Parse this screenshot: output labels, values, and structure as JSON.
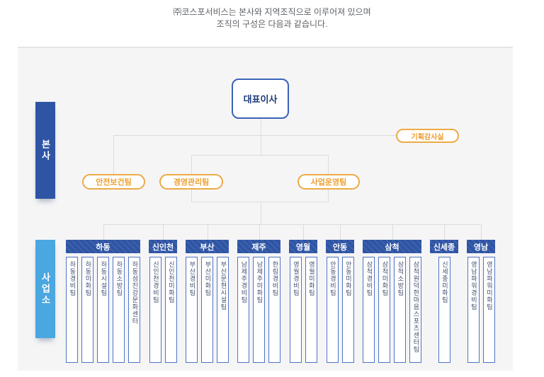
{
  "intro": {
    "line1": "㈜코스포서비스는 본사와 지역조직으로 이루어져 있으며",
    "line2": "조직의 구성은 다음과 같습니다."
  },
  "org": {
    "ceo": "대표이사",
    "audit_office": "기획감사실",
    "hq_label": "본사",
    "branch_label": "사업소",
    "hq_teams": [
      "안전보건팀",
      "경영관리팀",
      "사업운영팀"
    ],
    "branches": [
      {
        "name": "하동",
        "teams": [
          "하동경비팀",
          "하동미화팀",
          "하동시설팀",
          "하동소방팀",
          "하동섬진강문화센터"
        ]
      },
      {
        "name": "신인천",
        "teams": [
          "신인천경비팀",
          "신인천미화팀"
        ]
      },
      {
        "name": "부산",
        "teams": [
          "부산경비팀",
          "부산미화팀",
          "부산문현시설팀"
        ]
      },
      {
        "name": "제주",
        "teams": [
          "남제주경비팀",
          "남제주미화팀",
          "한림경비팀"
        ]
      },
      {
        "name": "영월",
        "teams": [
          "영월경비팀",
          "영월미화팀"
        ]
      },
      {
        "name": "안동",
        "teams": [
          "안동경비팀",
          "안동미화팀"
        ]
      },
      {
        "name": "삼척",
        "teams": [
          "삼척경비팀",
          "삼척미화팀",
          "삼척소방팀",
          "삼척원덕한마음스포츠센터팀"
        ]
      },
      {
        "name": "신세종",
        "teams": [
          "신세종미화팀"
        ]
      },
      {
        "name": "영남",
        "teams": [
          "영남파워경비팀",
          "영남파워미화팀"
        ]
      }
    ]
  },
  "colors": {
    "primary_blue": "#2e54a4",
    "light_blue": "#4aa7e0",
    "accent_orange": "#ecaa46",
    "orange_text": "#ee9d2c",
    "ceo_border": "#3a63b8",
    "team_border": "#4f74c5",
    "line_gray": "#dcdcdc",
    "panel_bg": "#f5f5f6"
  }
}
